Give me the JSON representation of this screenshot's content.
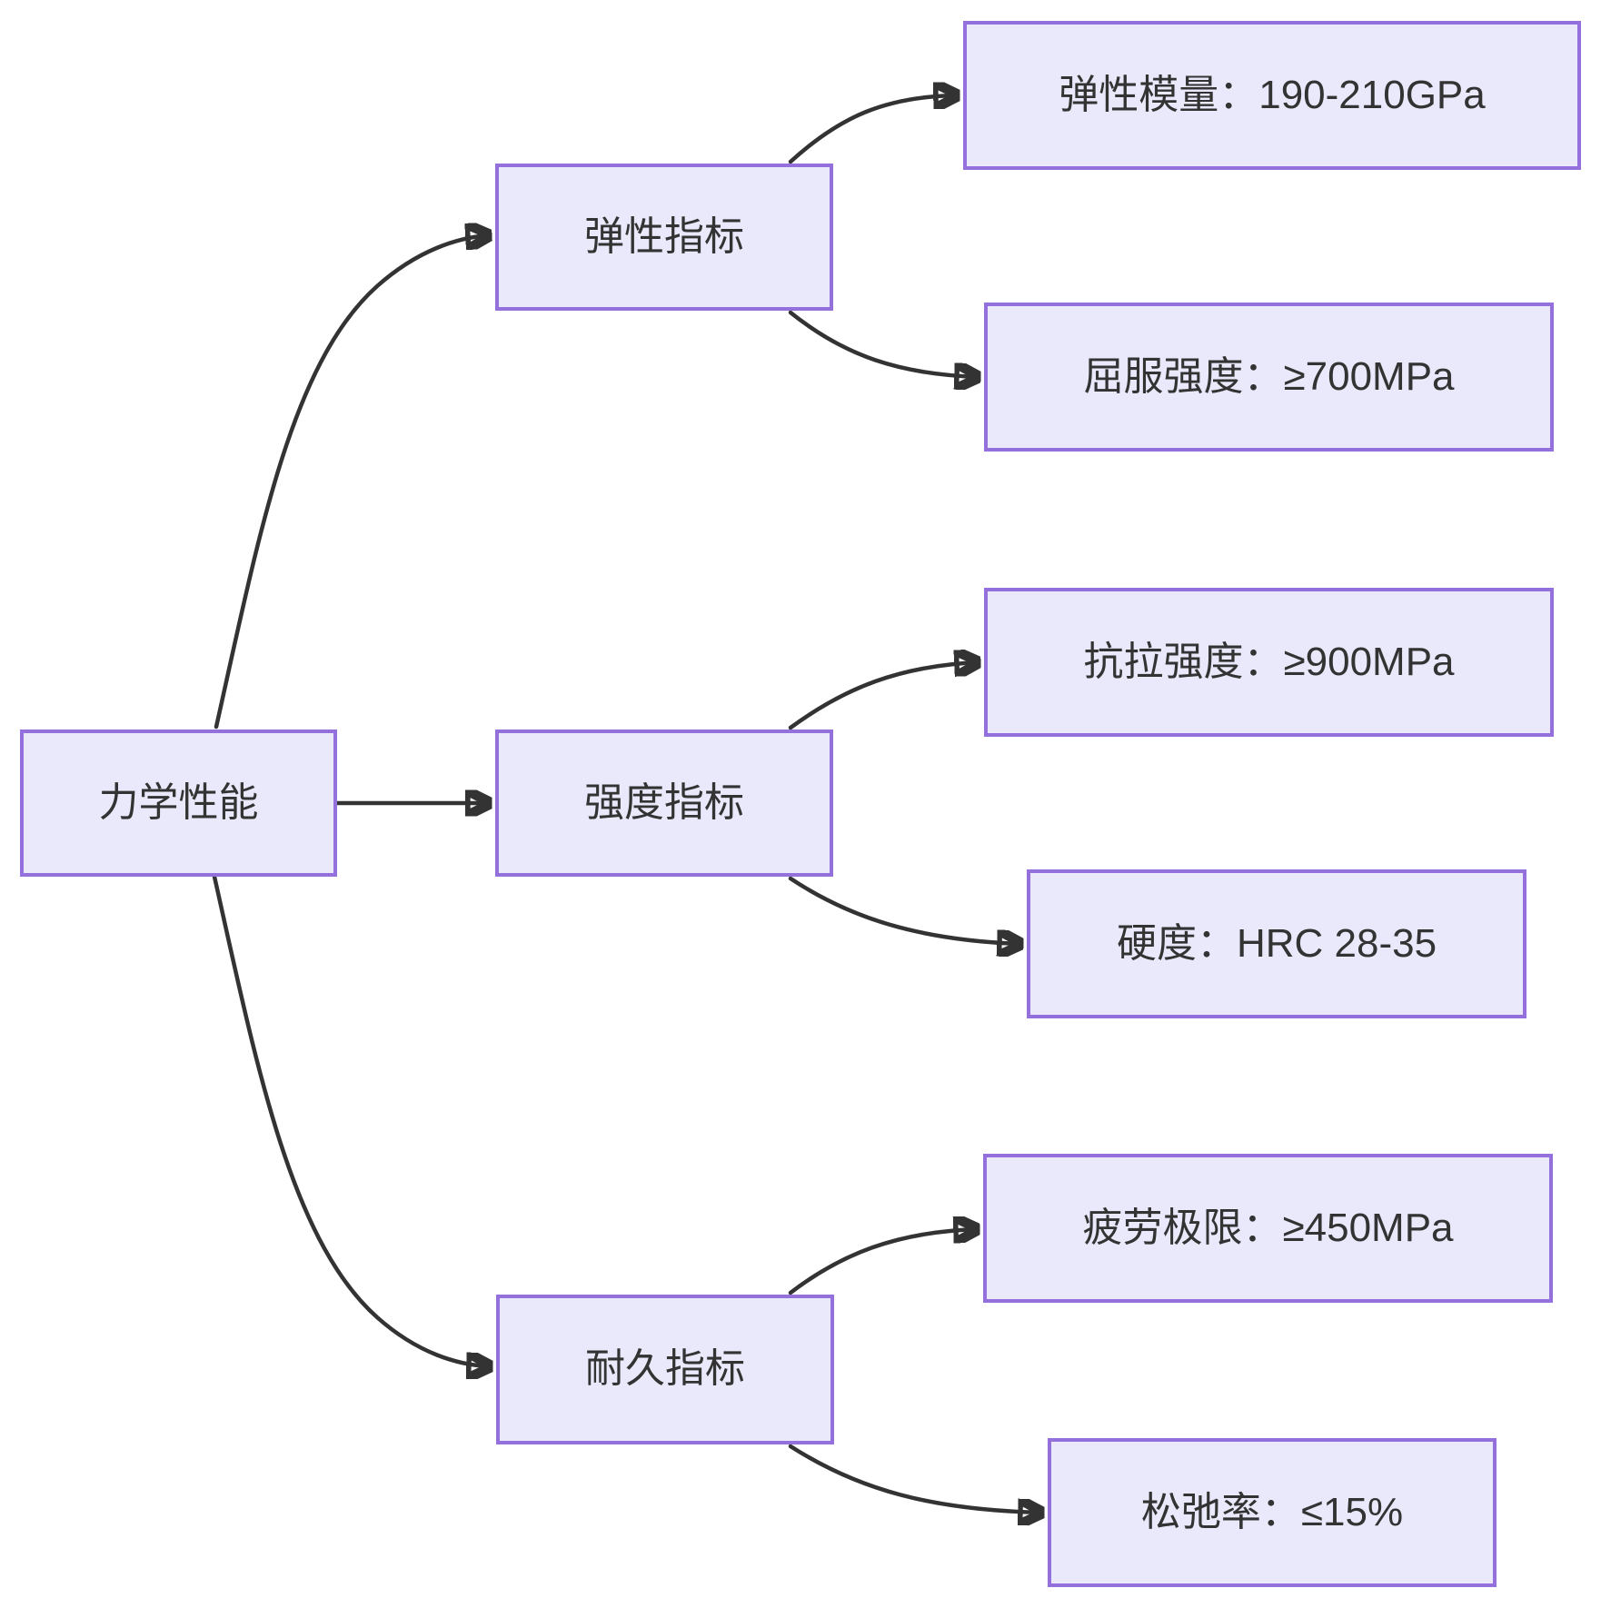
{
  "diagram": {
    "type": "flowchart",
    "direction": "left-to-right",
    "colors": {
      "node_fill": "#E9E9FB",
      "node_border": "#9370DB",
      "edge": "#333333",
      "text": "#333333",
      "background": "#FFFFFF"
    },
    "nodes": {
      "root": {
        "label": "力学性能"
      },
      "elastic": {
        "label": "弹性指标"
      },
      "strength": {
        "label": "强度指标"
      },
      "durability": {
        "label": "耐久指标"
      },
      "modulus": {
        "label": "弹性模量：190-210GPa"
      },
      "yield": {
        "label": "屈服强度：≥700MPa"
      },
      "tensile": {
        "label": "抗拉强度：≥900MPa"
      },
      "hardness": {
        "label": "硬度：HRC 28-35"
      },
      "fatigue": {
        "label": "疲劳极限：≥450MPa"
      },
      "relaxation": {
        "label": "松弛率：≤15%"
      }
    },
    "edges": [
      {
        "from": "力学性能",
        "to": "弹性指标"
      },
      {
        "from": "力学性能",
        "to": "强度指标"
      },
      {
        "from": "力学性能",
        "to": "耐久指标"
      },
      {
        "from": "弹性指标",
        "to": "弹性模量：190-210GPa"
      },
      {
        "from": "弹性指标",
        "to": "屈服强度：≥700MPa"
      },
      {
        "from": "强度指标",
        "to": "抗拉强度：≥900MPa"
      },
      {
        "from": "强度指标",
        "to": "硬度：HRC 28-35"
      },
      {
        "from": "耐久指标",
        "to": "疲劳极限：≥450MPa"
      },
      {
        "from": "耐久指标",
        "to": "松弛率：≤15%"
      }
    ]
  }
}
